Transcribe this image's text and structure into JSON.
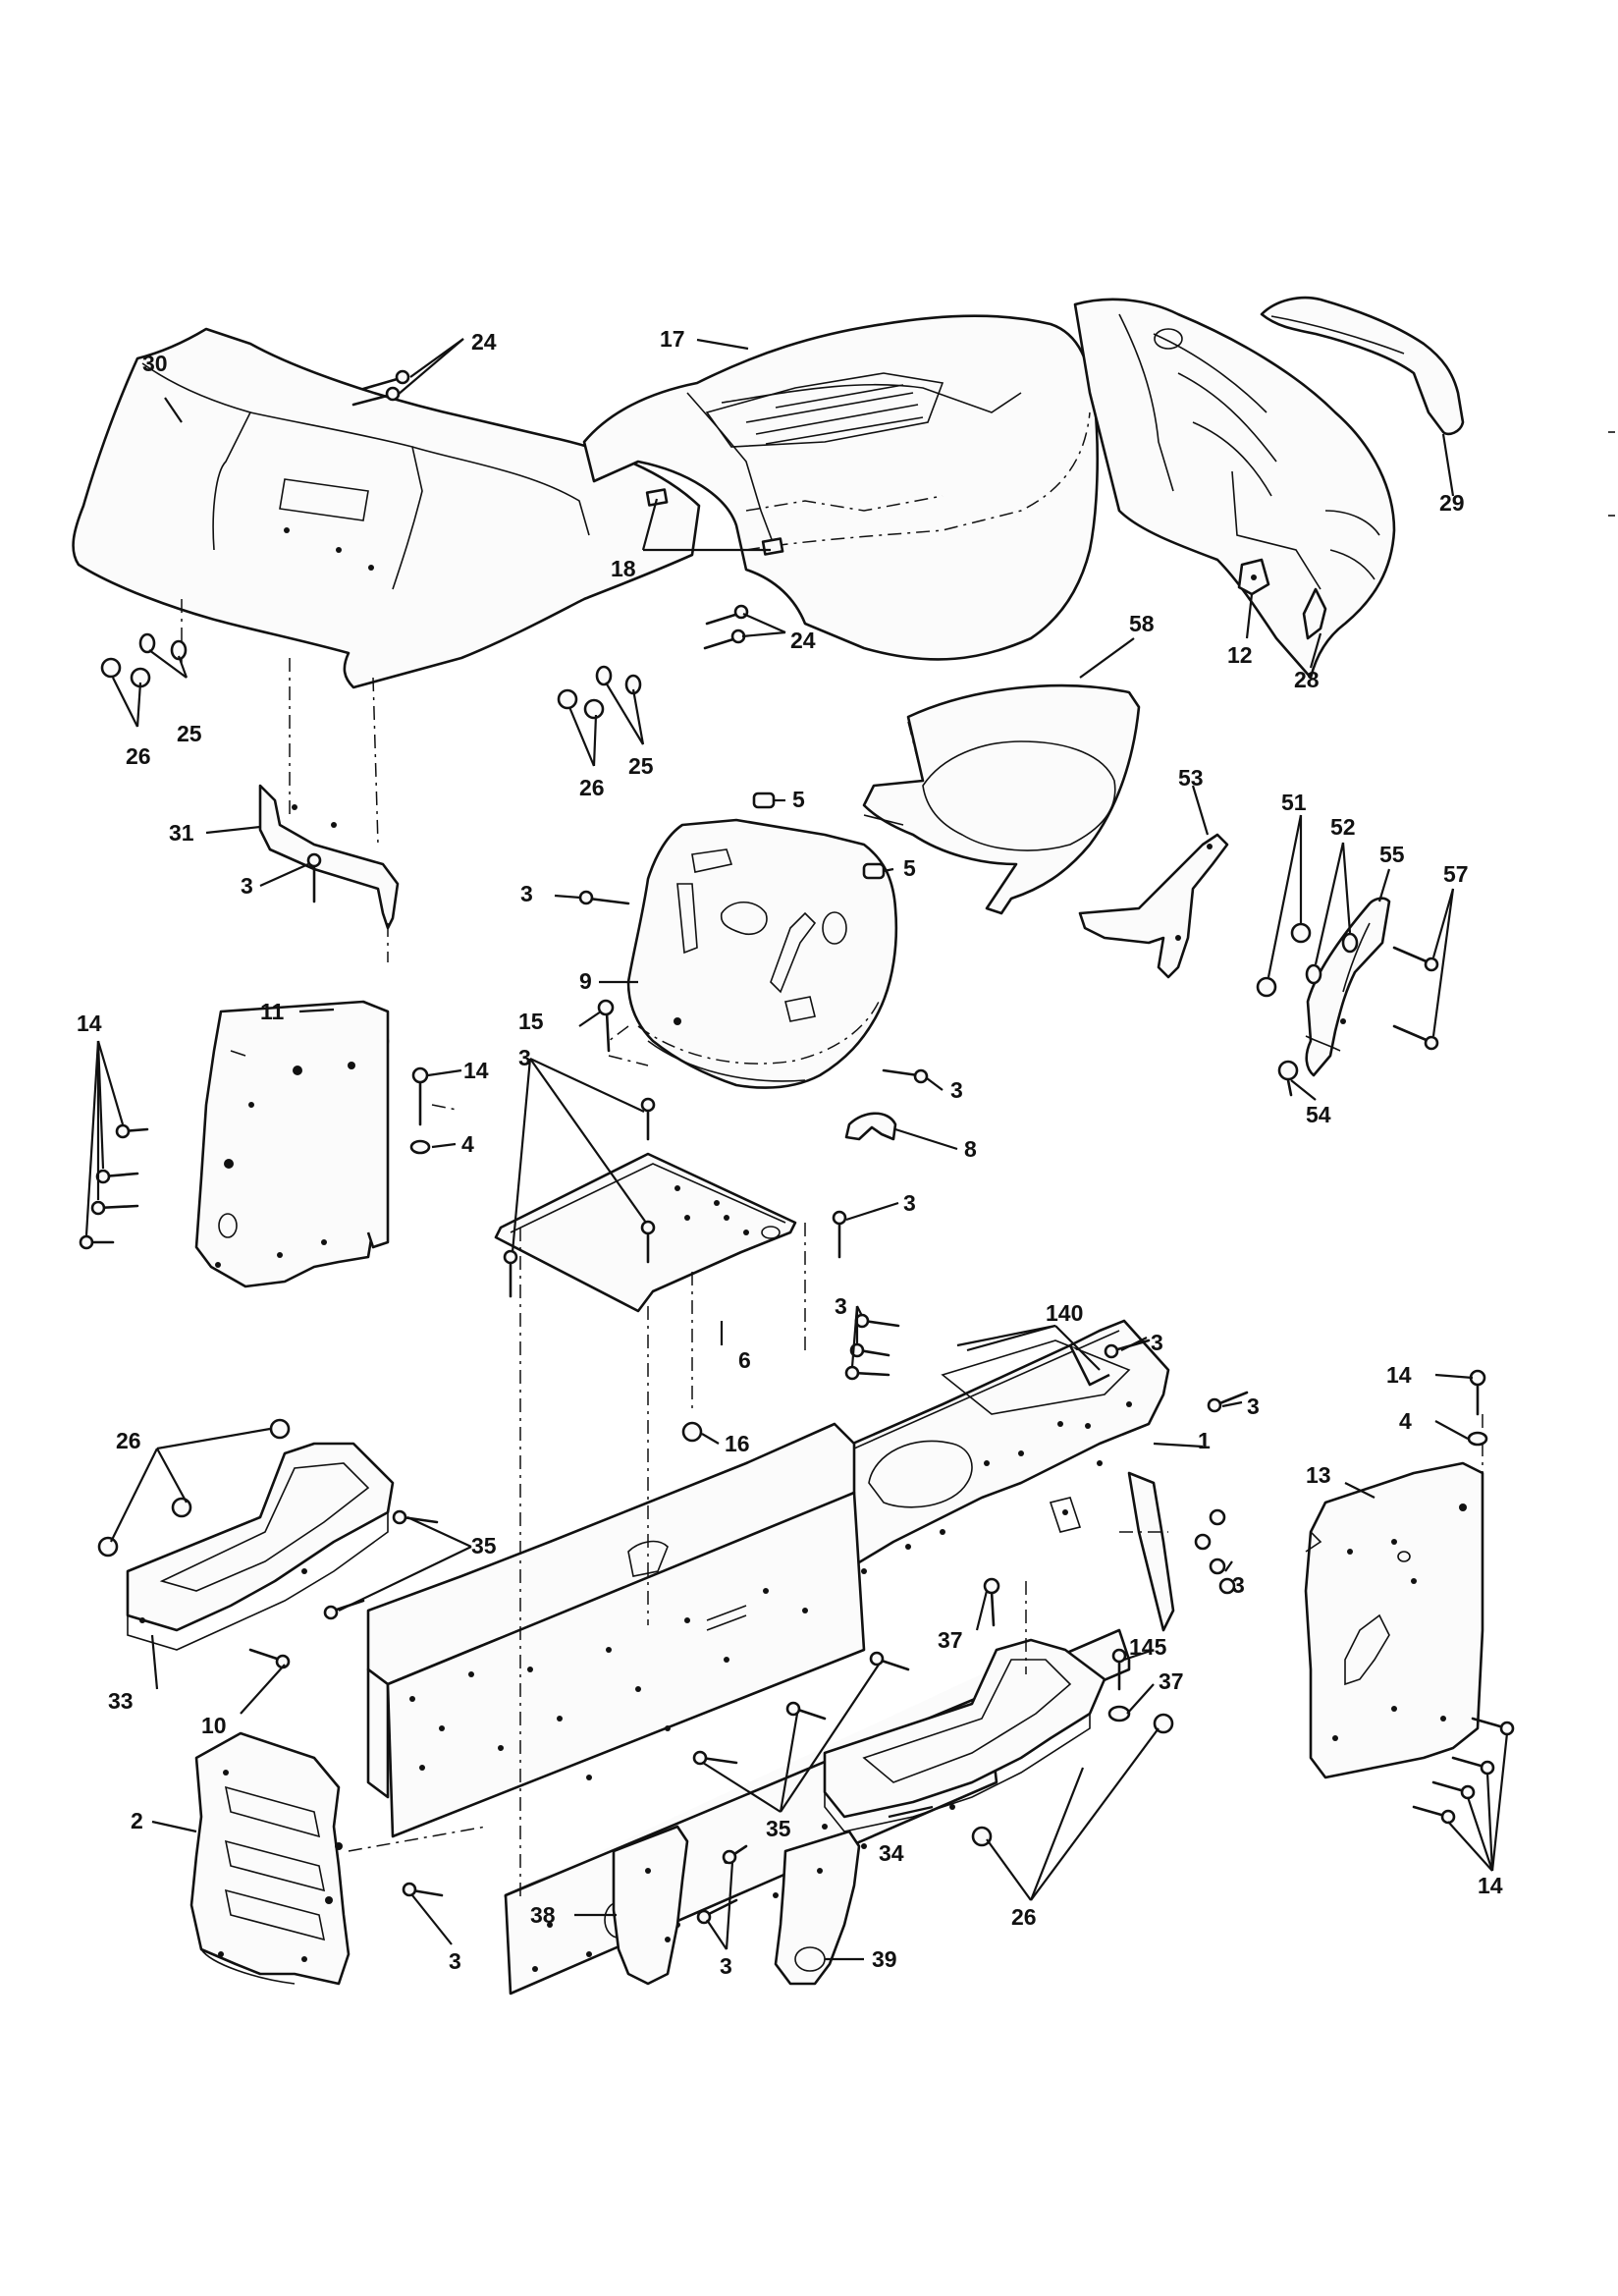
{
  "diagram": {
    "callouts": {
      "c30": "30",
      "c24a": "24",
      "c17": "17",
      "c29": "29",
      "c18": "18",
      "c24b": "24",
      "c12": "12",
      "c28": "28",
      "c58": "58",
      "c26a": "26",
      "c25a": "25",
      "c26b": "26",
      "c25b": "25",
      "c5a": "5",
      "c5b": "5",
      "c31": "31",
      "c3a": "3",
      "c3b": "3",
      "c53": "53",
      "c51": "51",
      "c52": "52",
      "c55": "55",
      "c57": "57",
      "c9": "9",
      "c15": "15",
      "c3c": "3",
      "c11": "11",
      "c14a": "14",
      "c14b": "14",
      "c4a": "4",
      "c3d": "3",
      "c8": "8",
      "c3e": "3",
      "c54": "54",
      "c6": "6",
      "c3f": "3",
      "c140": "140",
      "c3g": "3",
      "c3h": "3",
      "c14c": "14",
      "c4b": "4",
      "c16": "16",
      "c1": "1",
      "c13": "13",
      "c26c": "26",
      "c35a": "35",
      "c3i": "3",
      "c37a": "37",
      "c145": "145",
      "c37b": "37",
      "c33": "33",
      "c10": "10",
      "c35b": "35",
      "c34": "34",
      "c2": "2",
      "c3j": "3",
      "c26d": "26",
      "c14d": "14",
      "c38": "38",
      "c3k": "3",
      "c39": "39"
    }
  }
}
